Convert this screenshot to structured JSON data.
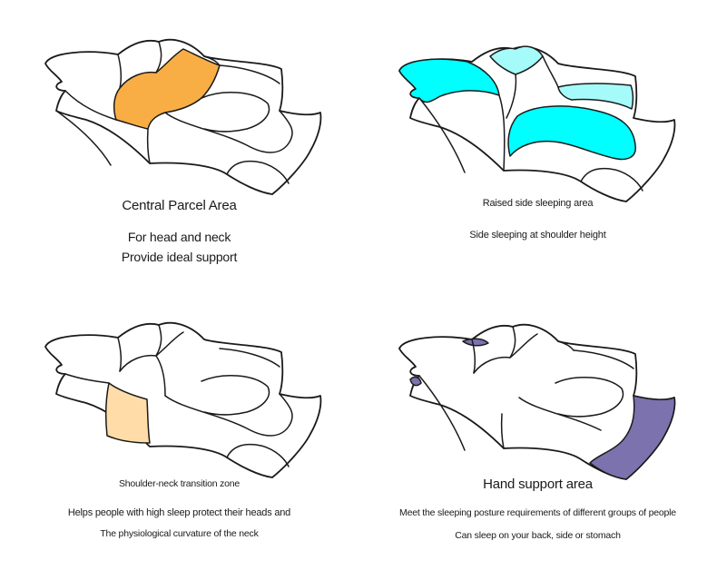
{
  "panels": [
    {
      "id": "central",
      "zone_color": "#F9AE45",
      "title": "Central Parcel Area",
      "line1": "For head and neck",
      "line2": "Provide ideal support"
    },
    {
      "id": "side",
      "zone_color": "#00FFFF",
      "zone_color_light": "#A5FBFA",
      "title": "Raised side sleeping area",
      "line1": "Side sleeping at shoulder height"
    },
    {
      "id": "shoulder-neck",
      "zone_color": "#FFDCA8",
      "title": "Shoulder-neck transition zone",
      "line1": "Helps people with high sleep protect their heads and",
      "line2": "The physiological curvature of the neck"
    },
    {
      "id": "hand",
      "zone_color": "#7B72AE",
      "title": "Hand support area",
      "line1": "Meet the sleeping posture requirements of different groups of people",
      "line2": "Can sleep on your back, side or stomach"
    }
  ]
}
